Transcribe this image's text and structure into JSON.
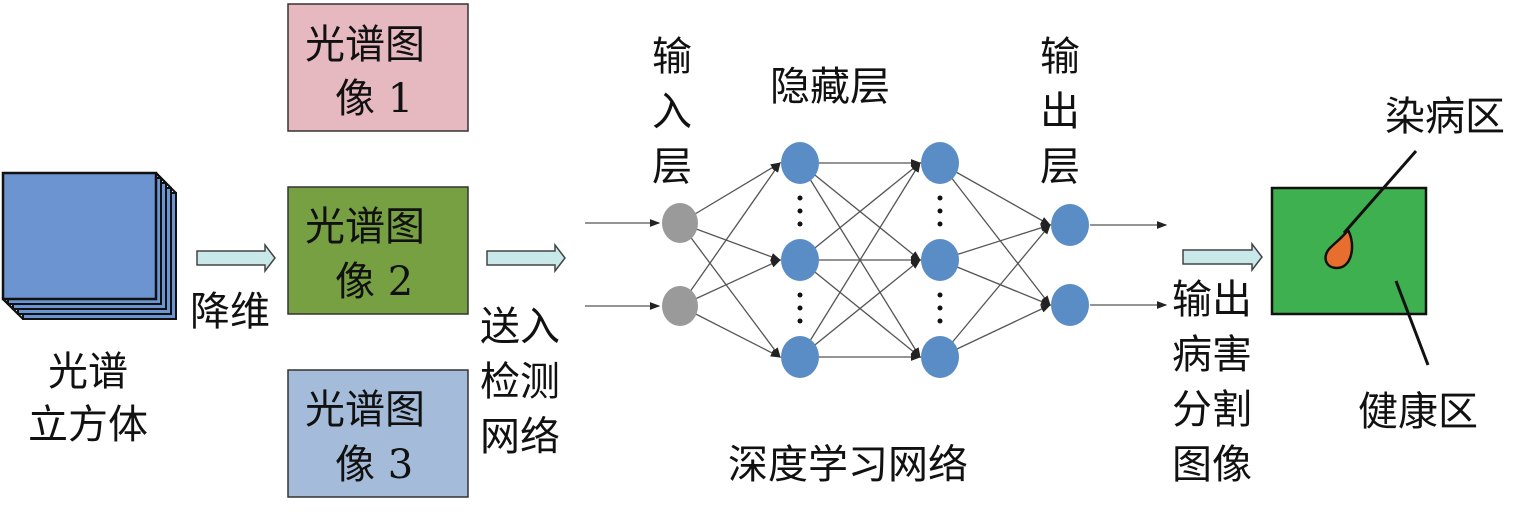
{
  "cube": {
    "label_lines": [
      "光谱",
      "立方体"
    ],
    "color": "#6b94d1"
  },
  "reduce_label": "降维",
  "spectral_images": [
    {
      "lines": [
        "光谱图",
        "像 1"
      ],
      "color": "#e6b9c0"
    },
    {
      "lines": [
        "光谱图",
        "像 2"
      ],
      "color": "#77a043"
    },
    {
      "lines": [
        "光谱图",
        "像 3"
      ],
      "color": "#a4bcd9"
    }
  ],
  "feed_label_lines": [
    "送入",
    "检测",
    "网络"
  ],
  "network": {
    "input_layer_lines": [
      "输",
      "入",
      "层"
    ],
    "hidden_layer": "隐藏层",
    "output_layer_lines": [
      "输",
      "出",
      "层"
    ],
    "caption": "深度学习网络",
    "input_node_color": "#9a9a9a",
    "node_color": "#5a8cc6"
  },
  "output_label_lines": [
    "输出",
    "病害",
    "分割",
    "图像"
  ],
  "result": {
    "infected_label": "染病区",
    "healthy_label": "健康区",
    "healthy_color": "#3fb04f",
    "infected_color": "#e86e2f"
  },
  "arrow_color": "#c9e8ea"
}
